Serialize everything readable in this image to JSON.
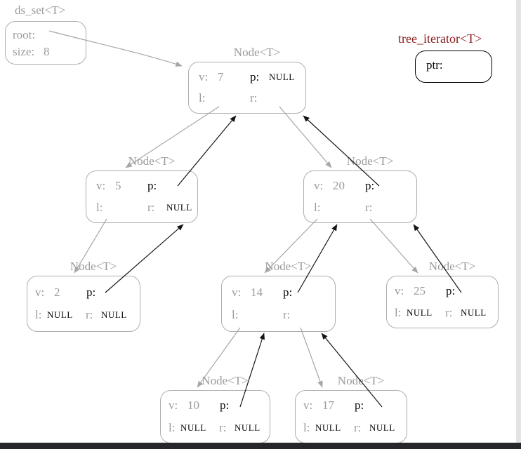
{
  "ds_set": {
    "title": "ds_set<T>",
    "root_label": "root:",
    "size_label": "size:",
    "size_value": "8"
  },
  "iterator": {
    "title": "tree_iterator<T>",
    "ptr_label": "ptr:"
  },
  "nodes": [
    {
      "title": "Node<T>",
      "v_label": "v:",
      "v": "7",
      "p_label": "p:",
      "p": "NULL",
      "l_label": "l:",
      "l": "",
      "r_label": "r:",
      "r": ""
    },
    {
      "title": "Node<T>",
      "v_label": "v:",
      "v": "5",
      "p_label": "p:",
      "p": "",
      "l_label": "l:",
      "l": "",
      "r_label": "r:",
      "r": "NULL"
    },
    {
      "title": "Node<T>",
      "v_label": "v:",
      "v": "20",
      "p_label": "p:",
      "p": "",
      "l_label": "l:",
      "l": "",
      "r_label": "r:",
      "r": ""
    },
    {
      "title": "Node<T>",
      "v_label": "v:",
      "v": "2",
      "p_label": "p:",
      "p": "",
      "l_label": "l:",
      "l": "NULL",
      "r_label": "r:",
      "r": "NULL"
    },
    {
      "title": "Node<T>",
      "v_label": "v:",
      "v": "14",
      "p_label": "p:",
      "p": "",
      "l_label": "l:",
      "l": "",
      "r_label": "r:",
      "r": ""
    },
    {
      "title": "Node<T>",
      "v_label": "v:",
      "v": "25",
      "p_label": "p:",
      "p": "",
      "l_label": "l:",
      "l": "NULL",
      "r_label": "r:",
      "r": "NULL"
    },
    {
      "title": "Node<T>",
      "v_label": "v:",
      "v": "10",
      "p_label": "p:",
      "p": "",
      "l_label": "l:",
      "l": "NULL",
      "r_label": "r:",
      "r": "NULL"
    },
    {
      "title": "Node<T>",
      "v_label": "v:",
      "v": "17",
      "p_label": "p:",
      "p": "",
      "l_label": "l:",
      "l": "NULL",
      "r_label": "r:",
      "r": "NULL"
    }
  ],
  "colors": {
    "gray_text": "#9b9b9b",
    "black_text": "#0a0a0a",
    "iterator_title": "#8b1d1d",
    "edge_gray": "#a6a6a6",
    "edge_black": "#141414"
  }
}
